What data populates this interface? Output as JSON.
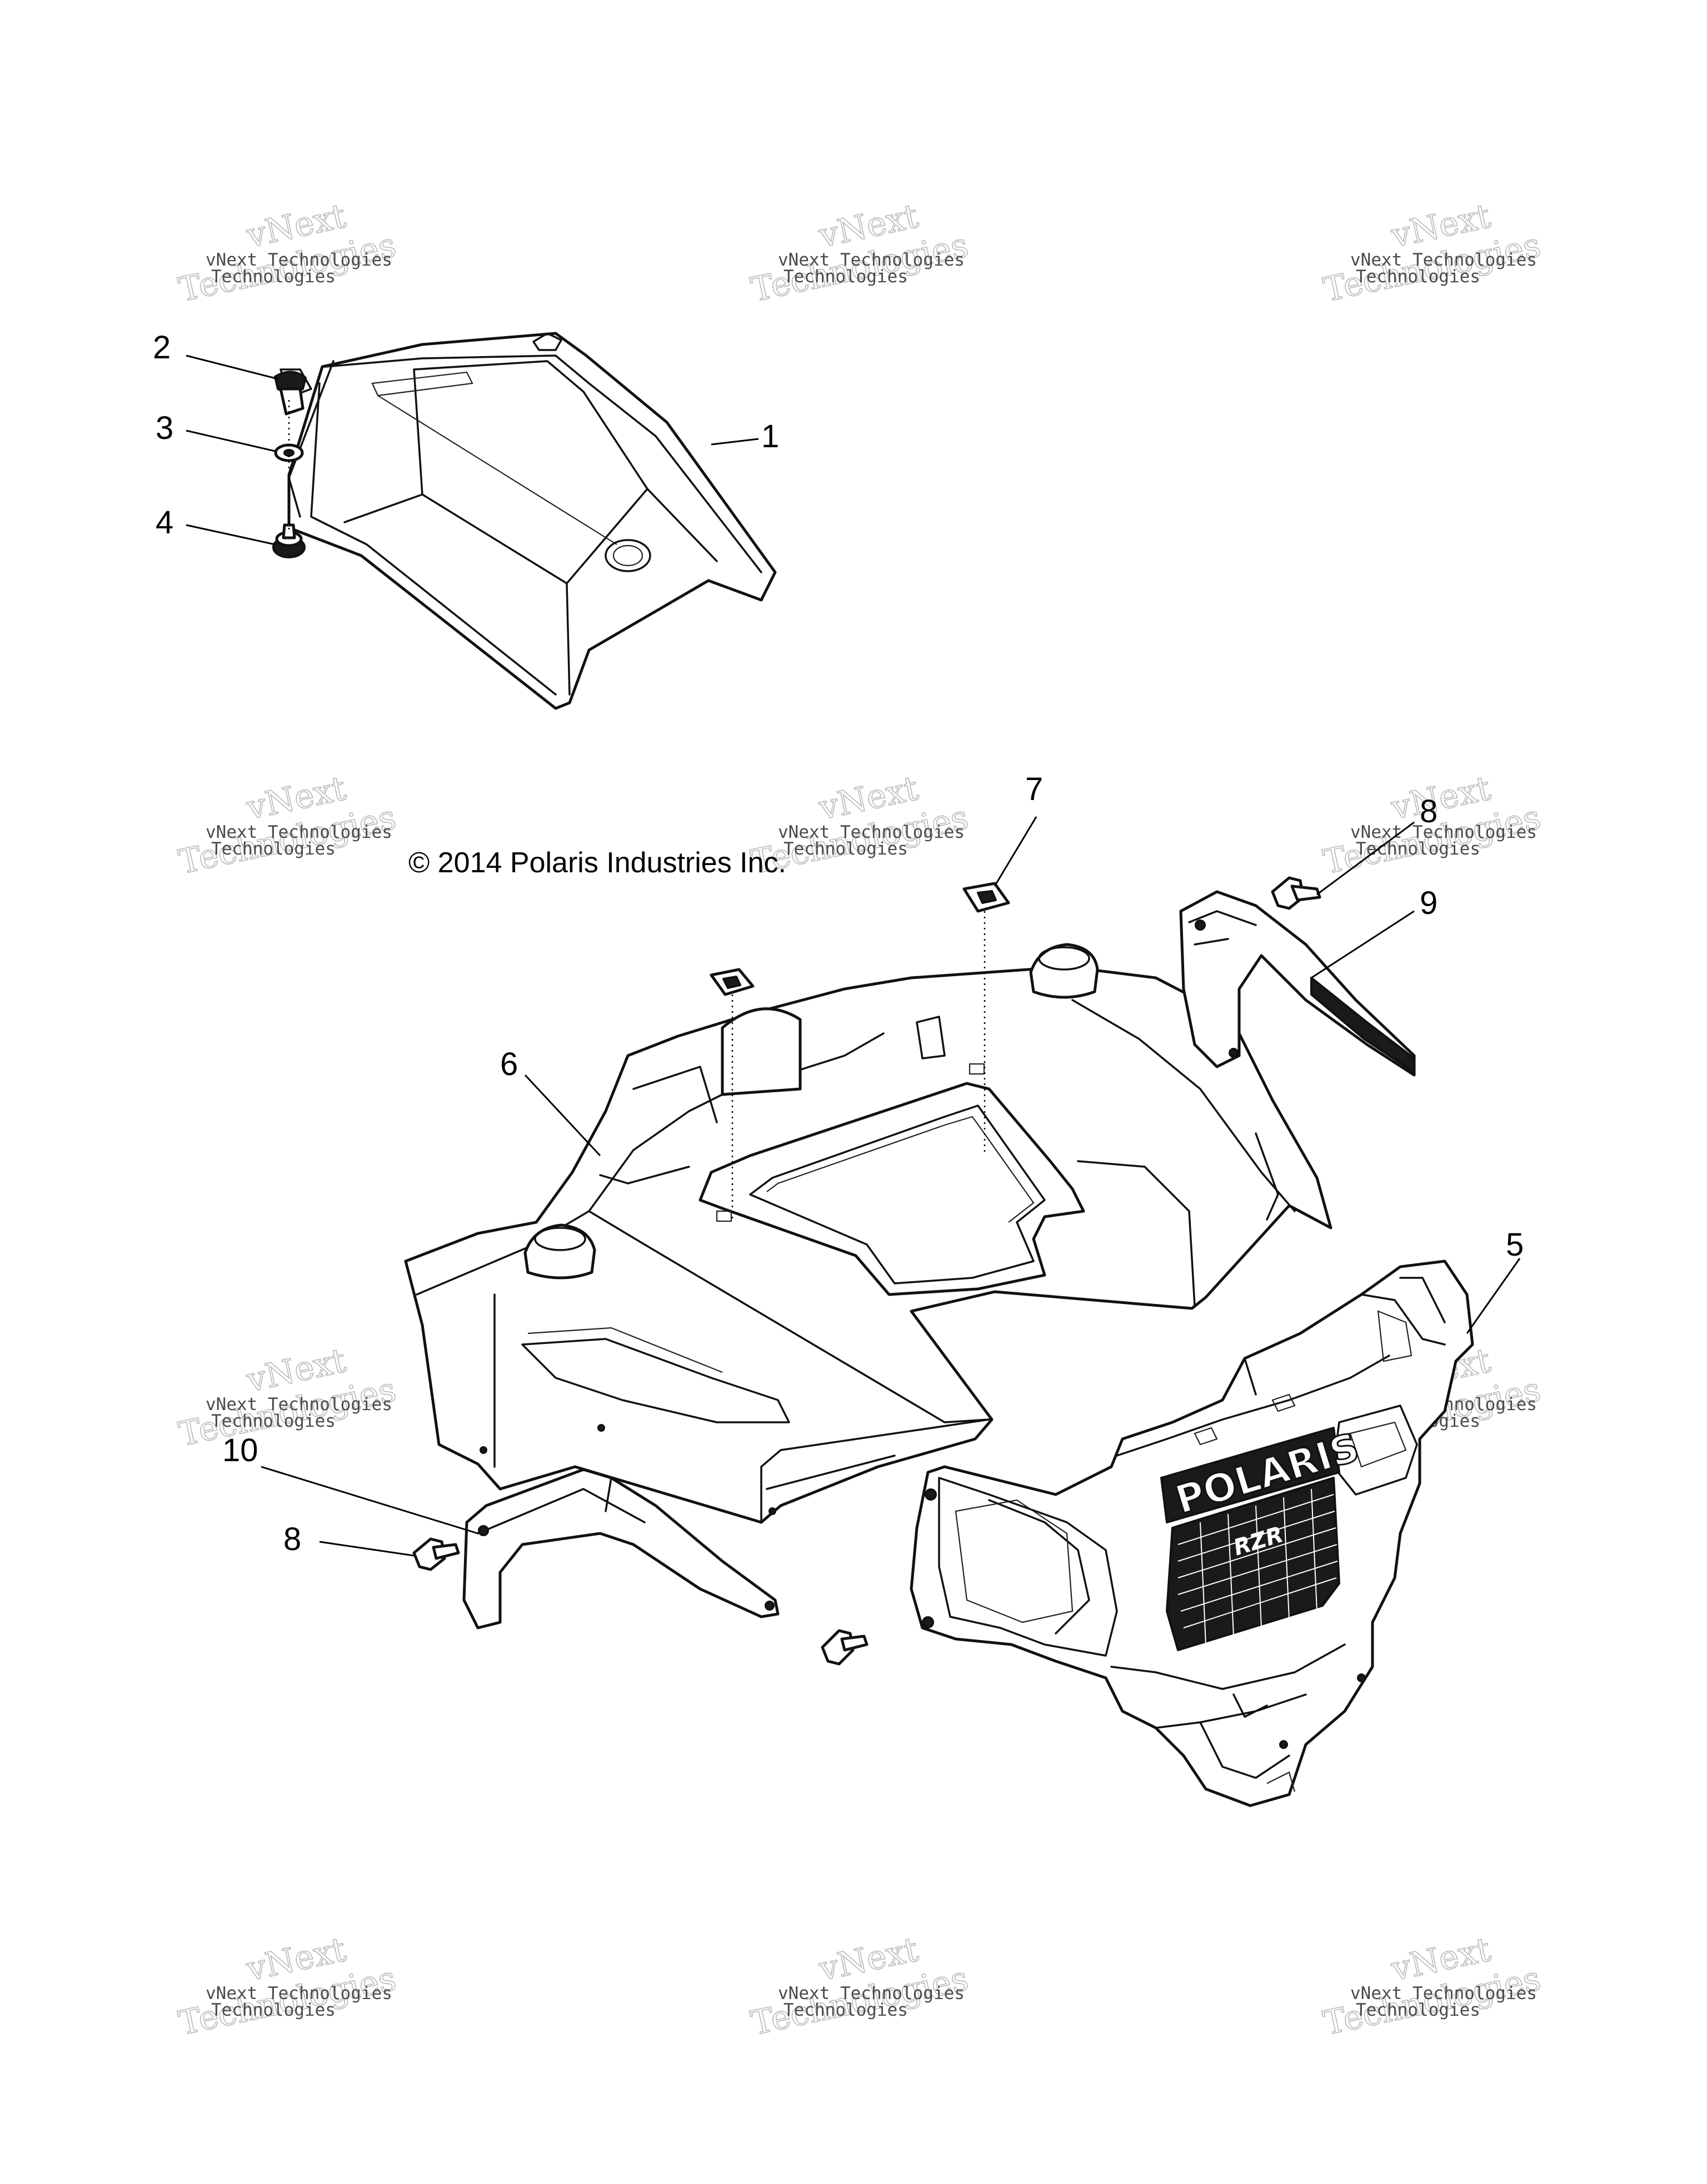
{
  "copyright": "© 2014 Polaris Industries Inc.",
  "callouts": {
    "c1": "1",
    "c2": "2",
    "c3": "3",
    "c4": "4",
    "c5": "5",
    "c6": "6",
    "c7": "7",
    "c8a": "8",
    "c8b": "8",
    "c9": "9",
    "c10": "10"
  },
  "watermark": {
    "line1": "vNext Technologies",
    "line2a": "vNext",
    "line2b": "Technologies"
  },
  "grille_logo": "POLARIS",
  "grille_badge": "RZR"
}
